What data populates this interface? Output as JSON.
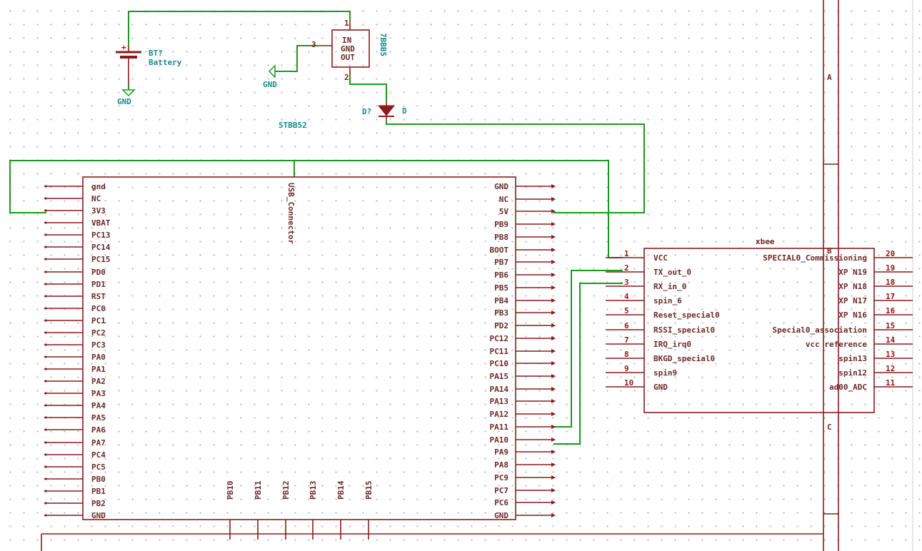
{
  "battery": {
    "ref": "BT?",
    "value": "Battery",
    "gnd": "GND"
  },
  "regulator": {
    "ref": "7BBB5",
    "value": "STBB52",
    "pin_in": "IN",
    "pin_gnd": "GND",
    "pin_out": "OUT",
    "pin_nums": [
      "1",
      "3",
      "2"
    ],
    "gnd": "GND"
  },
  "diode": {
    "ref": "D?",
    "value": "D"
  },
  "mcu": {
    "value": "USB_Connector",
    "left_pins": [
      "gnd",
      "NC",
      "3V3",
      "VBAT",
      "PC13",
      "PC14",
      "PC15",
      "PD0",
      "PD1",
      "RST",
      "PC0",
      "PC1",
      "PC2",
      "PC3",
      "PA0",
      "PA1",
      "PA2",
      "PA3",
      "PA4",
      "PA5",
      "PA6",
      "PA7",
      "PC4",
      "PC5",
      "PB0",
      "PB1",
      "PB2",
      "GND"
    ],
    "right_pins": [
      "GND",
      "NC",
      "5V",
      "PB9",
      "PB8",
      "BOOT",
      "PB7",
      "PB6",
      "PB5",
      "PB4",
      "PB3",
      "PD2",
      "PC12",
      "PC11",
      "PC10",
      "PA15",
      "PA14",
      "PA13",
      "PA12",
      "PA11",
      "PA10",
      "PA9",
      "PA8",
      "PC9",
      "PC7",
      "PC6",
      "GND"
    ],
    "bottom_pins": [
      "PB10",
      "PB11",
      "PB12",
      "PB13",
      "PB14",
      "PB15"
    ]
  },
  "module": {
    "value": "xbee",
    "left_pins": [
      {
        "num": "1",
        "label": "VCC"
      },
      {
        "num": "2",
        "label": "TX_out_0"
      },
      {
        "num": "3",
        "label": "RX_in_0"
      },
      {
        "num": "4",
        "label": "spin_6"
      },
      {
        "num": "5",
        "label": "Reset_special0"
      },
      {
        "num": "6",
        "label": "RSSI_special0"
      },
      {
        "num": "7",
        "label": "IRQ_irq0"
      },
      {
        "num": "8",
        "label": "BKGD_special0"
      },
      {
        "num": "9",
        "label": "spin9"
      },
      {
        "num": "10",
        "label": "GND"
      }
    ],
    "right_pins": [
      {
        "num": "20",
        "label": "SPECIAL0_Commissioning"
      },
      {
        "num": "19",
        "label": "XP N19"
      },
      {
        "num": "18",
        "label": "XP N18"
      },
      {
        "num": "17",
        "label": "XP N17"
      },
      {
        "num": "16",
        "label": "XP N16"
      },
      {
        "num": "15",
        "label": "Special0_association"
      },
      {
        "num": "14",
        "label": "vcc reference"
      },
      {
        "num": "13",
        "label": "spin13"
      },
      {
        "num": "12",
        "label": "spin12"
      },
      {
        "num": "11",
        "label": "ad00_ADC"
      }
    ]
  },
  "frame": {
    "labels": [
      "A",
      "B",
      "C"
    ]
  }
}
